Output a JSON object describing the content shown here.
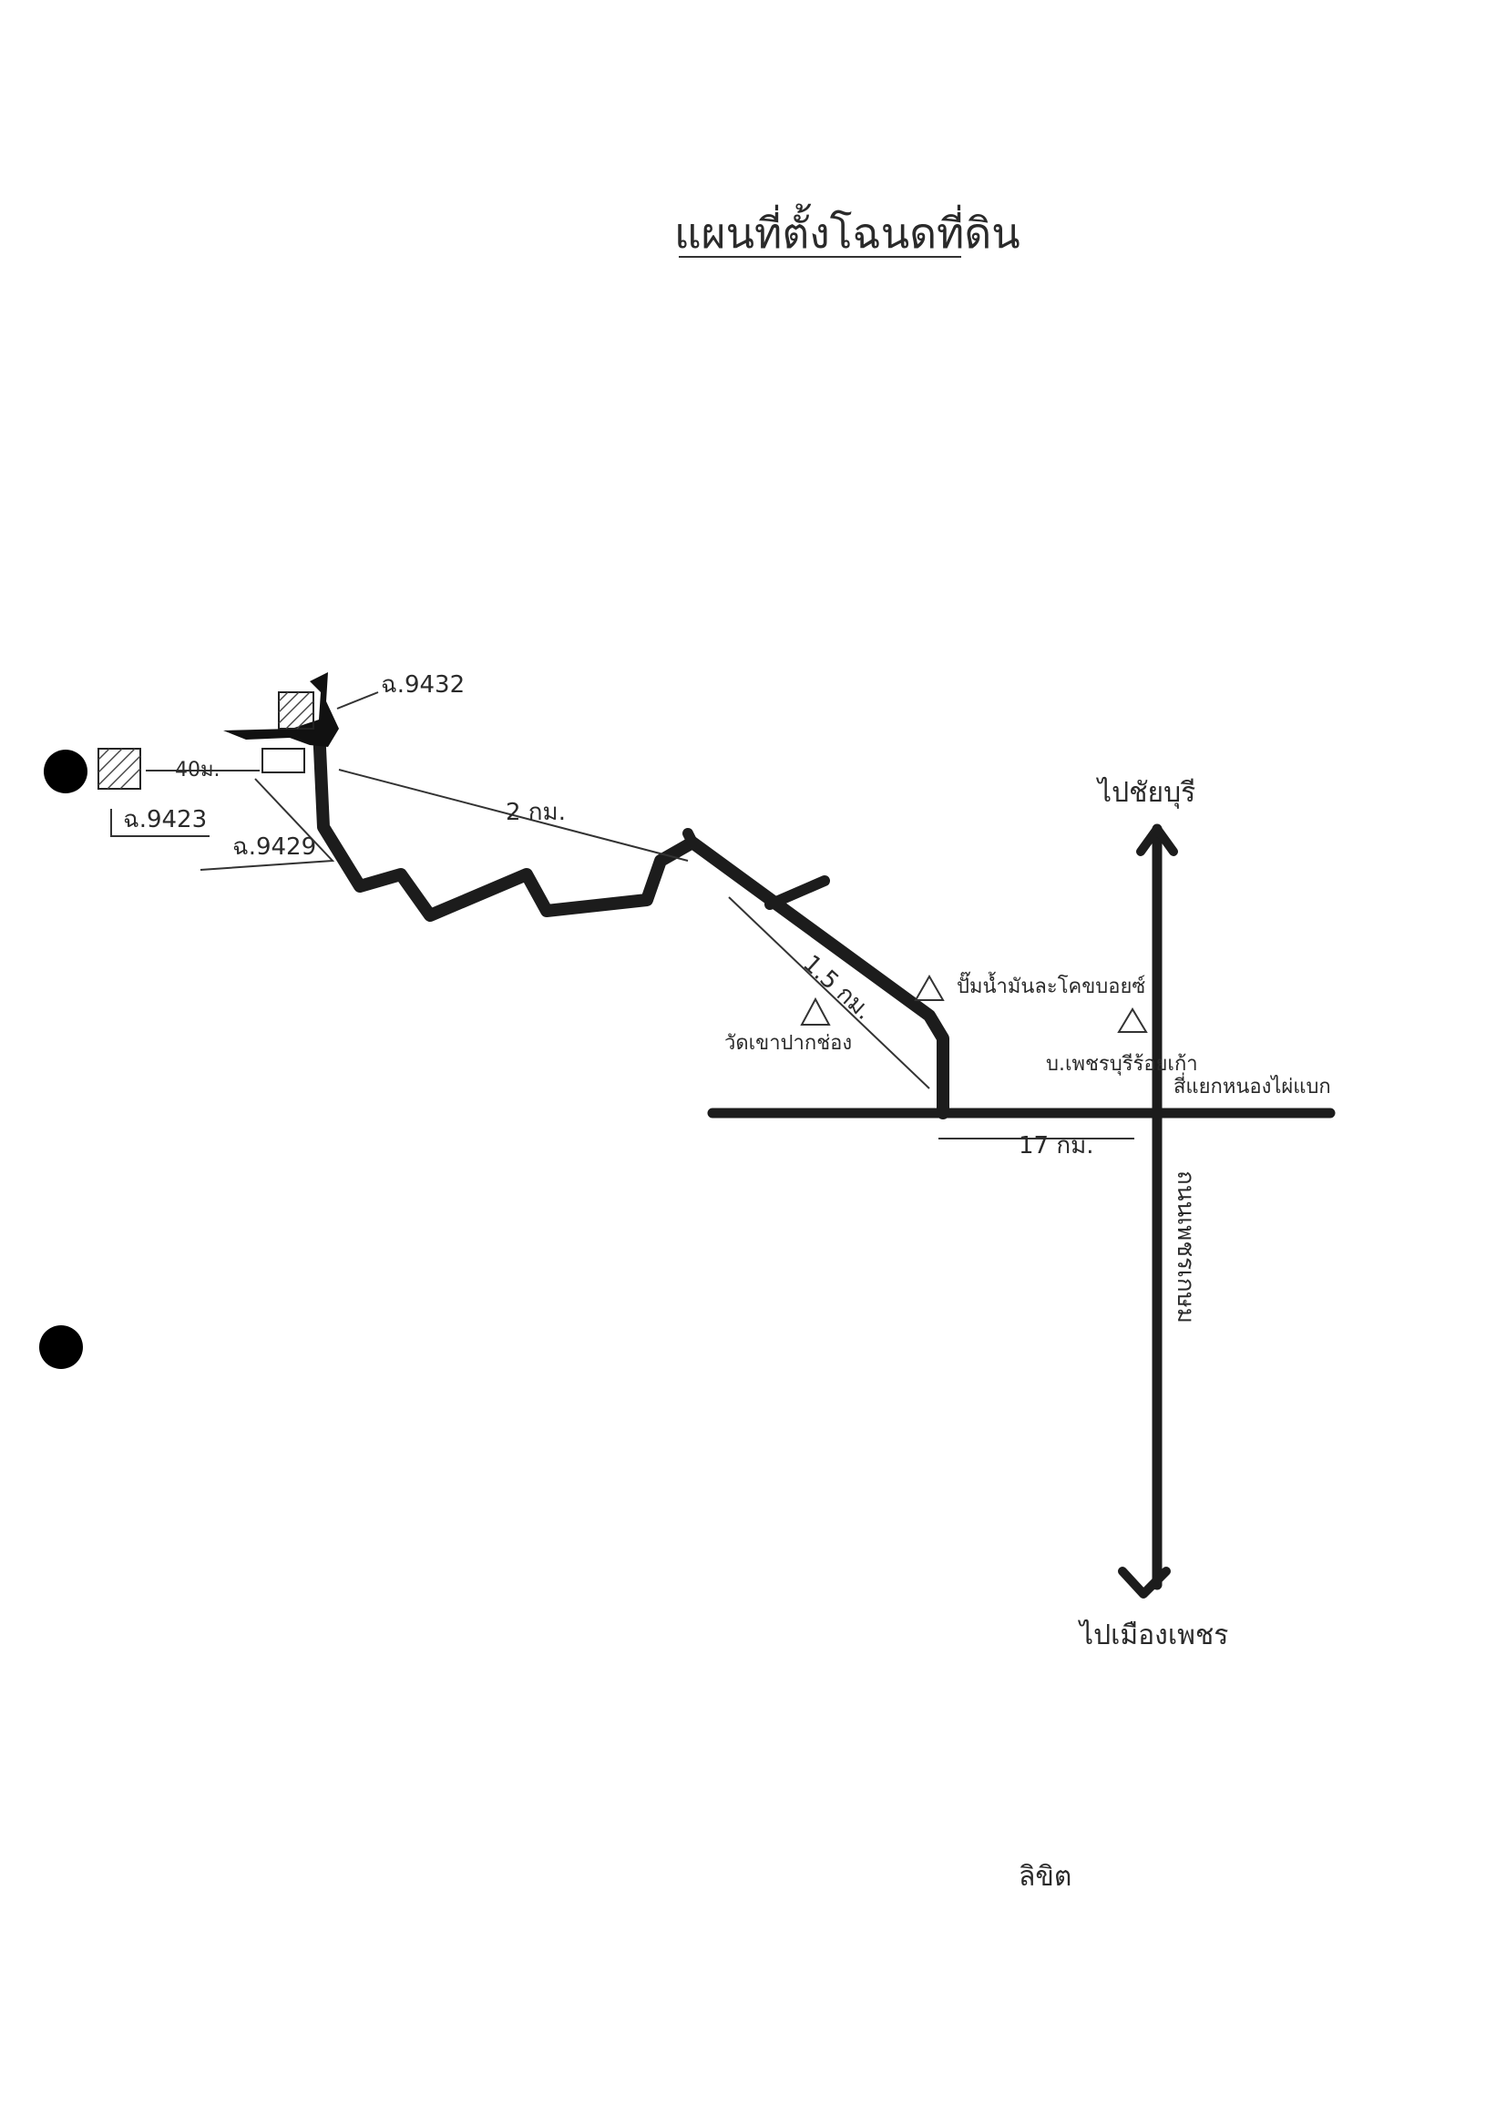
{
  "map": {
    "title": "แผนที่ตั้งโฉนดที่ดิน",
    "parcels": {
      "parcel_a": "ฉ.9432",
      "parcel_b": "ฉ.9423",
      "parcel_c": "ฉ.9429"
    },
    "distances": {
      "short": "40ม.",
      "road_segment": "2 กม.",
      "branch": "1.5 กม.",
      "highway_segment": "17 กม."
    },
    "landmarks": {
      "temple": "วัดเขาปากช่อง",
      "gas_station": "ปั๊มน้ำมันละโคขบอยซ์",
      "school": "บ.เพชรบุรีร้อยเก้า",
      "junction": "สี่แยกหนองไผ่แบก"
    },
    "directions": {
      "north": "ไปชัยบุรี",
      "south": "ไปเมืองเพชร",
      "highway_name": "ถนนเพชรเกษม"
    },
    "signature": "ลิขิต"
  }
}
